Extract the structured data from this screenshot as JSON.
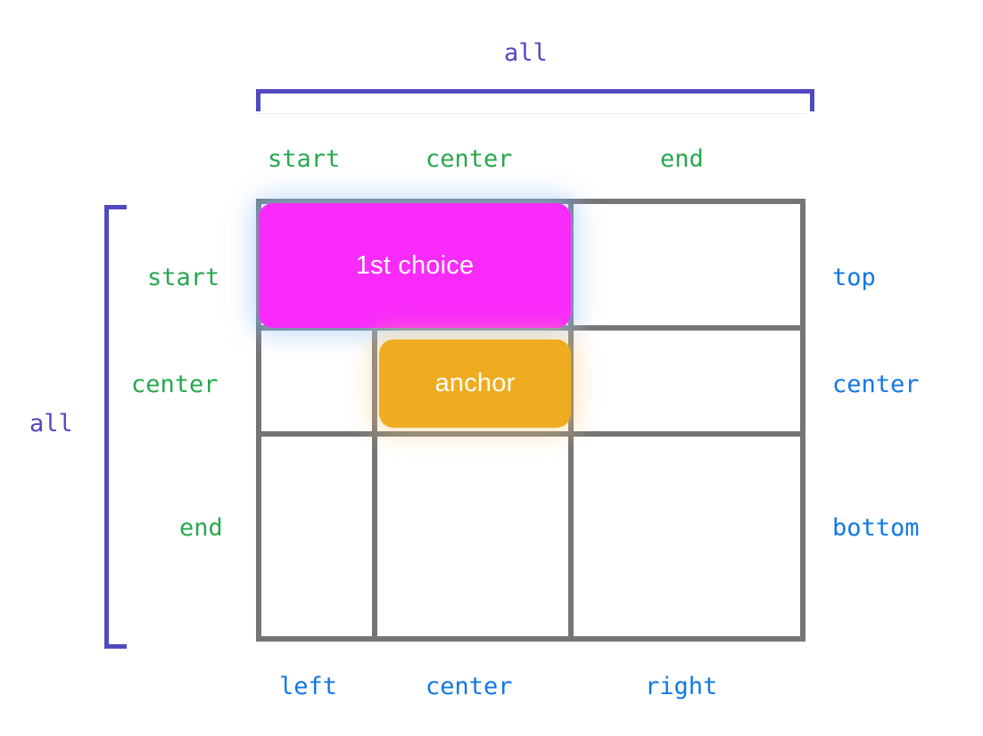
{
  "diagram": {
    "title_note": "anchor positioning area grid",
    "colors": {
      "purple": "#5149c0",
      "green": "#27a84d",
      "blue": "#1377e4",
      "grid_line": "#757575",
      "grid_line_tinted": "#65707b",
      "choice_fill": "#fa2bfa",
      "anchor_fill": "#efac20",
      "box_text": "#ffffff",
      "background": "#ffffff"
    },
    "top_axis": {
      "group_label": "all",
      "ticks": [
        "start",
        "center",
        "end"
      ]
    },
    "left_axis": {
      "group_label": "all",
      "ticks": [
        "start",
        "center",
        "end"
      ]
    },
    "right_axis": {
      "ticks": [
        "top",
        "center",
        "bottom"
      ]
    },
    "bottom_axis": {
      "ticks": [
        "left",
        "center",
        "right"
      ]
    },
    "boxes": [
      {
        "id": "first-choice",
        "label": "1st choice",
        "fill": "#fa2bfa",
        "row": "start",
        "column_span": [
          "start",
          "center"
        ]
      },
      {
        "id": "anchor",
        "label": "anchor",
        "fill": "#efac20",
        "row": "center",
        "column": "center"
      }
    ],
    "grid": {
      "rows": 3,
      "columns": 3,
      "row_labels_left": [
        "start",
        "center",
        "end"
      ],
      "row_labels_right": [
        "top",
        "center",
        "bottom"
      ],
      "column_labels_top": [
        "start",
        "center",
        "end"
      ],
      "column_labels_bottom": [
        "left",
        "center",
        "right"
      ]
    }
  }
}
